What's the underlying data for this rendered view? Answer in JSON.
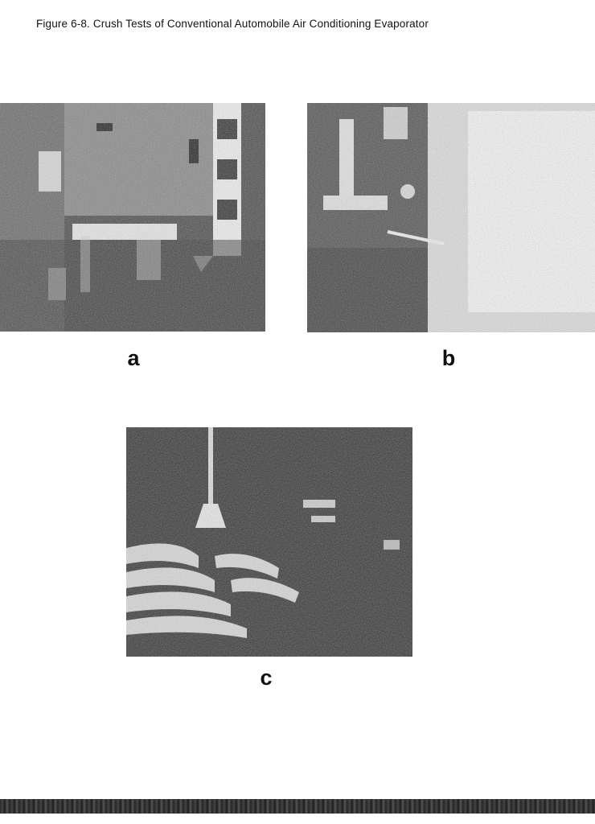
{
  "caption": "Figure 6-8. Crush Tests of Conventional Automobile Air Conditioning Evaporator",
  "photos": [
    {
      "label": "a"
    },
    {
      "label": "b"
    },
    {
      "label": "c"
    }
  ]
}
